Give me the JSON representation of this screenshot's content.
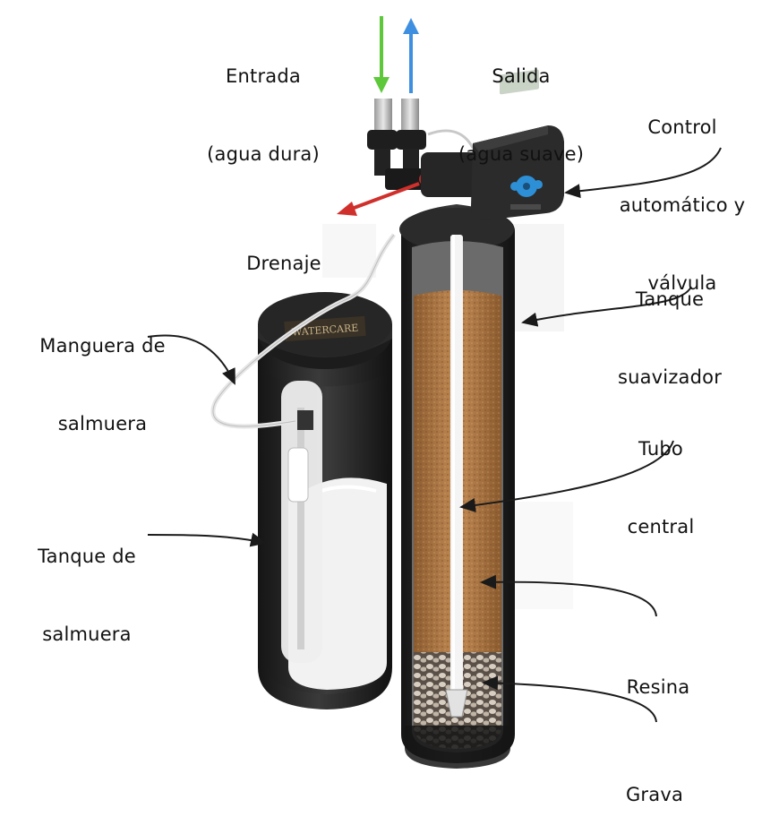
{
  "labels": {
    "inlet": {
      "line1": "Entrada",
      "line2": "(agua dura)"
    },
    "outlet": {
      "line1": "Salida",
      "line2": "(agua suave)"
    },
    "control": {
      "line1": "Control",
      "line2": "automático y",
      "line3": "válvula"
    },
    "drain": {
      "line1": "Drenaje"
    },
    "softener_tank": {
      "line1": "Tanque",
      "line2": "suavizador"
    },
    "brine_hose": {
      "line1": "Manguera de",
      "line2": "salmuera"
    },
    "center_tube": {
      "line1": "Tubo",
      "line2": "central"
    },
    "brine_tank": {
      "line1": "Tanque de",
      "line2": "salmuera"
    },
    "resin": {
      "line1": "Resina"
    },
    "gravel": {
      "line1": "Grava"
    }
  },
  "brine_lid_logo": "WATERCARE",
  "colors": {
    "inlet_arrow": "#5cc83a",
    "outlet_arrow": "#3f8fe0",
    "drain_arrow": "#d0302c",
    "leader_lines": "#1a1a1a",
    "tank_shell": "#1e1e1e",
    "resin": "#b07a45",
    "salt": "#f2f2f2",
    "control_keypad": "#2d8fd6"
  }
}
